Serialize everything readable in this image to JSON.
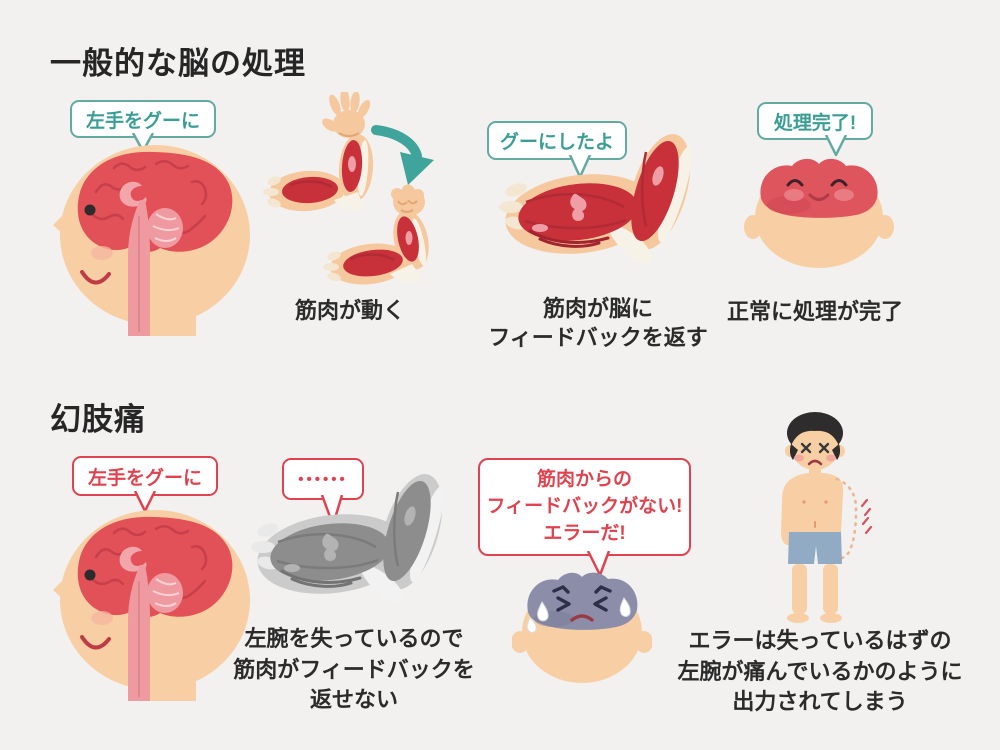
{
  "palette": {
    "background": "#f2f1ef",
    "teal_accent": "#3b9e94",
    "red_accent": "#e0434f",
    "skin": "#f8cfa4",
    "brain_red": "#e05159",
    "muscle_red": "#c8303a",
    "gray_muscle": "#8d8d8d",
    "error_brain_gray": "#8c8ea9",
    "text": "#2b2b2b",
    "shorts_blue": "#92abc4"
  },
  "illustrations": {
    "head_profile": "head-profile-with-brain-illustration",
    "moving_arm": "arm-open-hand-to-fist-illustration",
    "flexed_arm": "flexed-arm-muscle-illustration",
    "happy_brain_head": "happy-brain-face-illustration",
    "gray_arm": "lost-arm-grayed-illustration",
    "error_brain_head": "distressed-brain-face-illustration",
    "boy": "boy-missing-left-arm-illustration"
  },
  "section_normal": {
    "title": "一般的な脳の処理",
    "panel_command": {
      "bubble": "左手をグーに"
    },
    "panel_muscle": {
      "caption": "筋肉が動く"
    },
    "panel_feedback": {
      "bubble": "グーにしたよ",
      "caption_line1": "筋肉が脳に",
      "caption_line2": "フィードバックを返す"
    },
    "panel_done": {
      "bubble": "処理完了!",
      "caption": "正常に処理が完了"
    }
  },
  "section_phantom": {
    "title": "幻肢痛",
    "panel_command": {
      "bubble": "左手をグーに"
    },
    "panel_lost": {
      "bubble": "••••••",
      "caption_line1": "左腕を失っているので",
      "caption_line2": "筋肉がフィードバックを",
      "caption_line3": "返せない"
    },
    "panel_error": {
      "bubble_line1": "筋肉からの",
      "bubble_line2": "フィードバックがない!",
      "bubble_line3": "エラーだ!"
    },
    "panel_output": {
      "caption_line1": "エラーは失っているはずの",
      "caption_line2": "左腕が痛んでいるかのように",
      "caption_line3": "出力されてしまう"
    }
  }
}
